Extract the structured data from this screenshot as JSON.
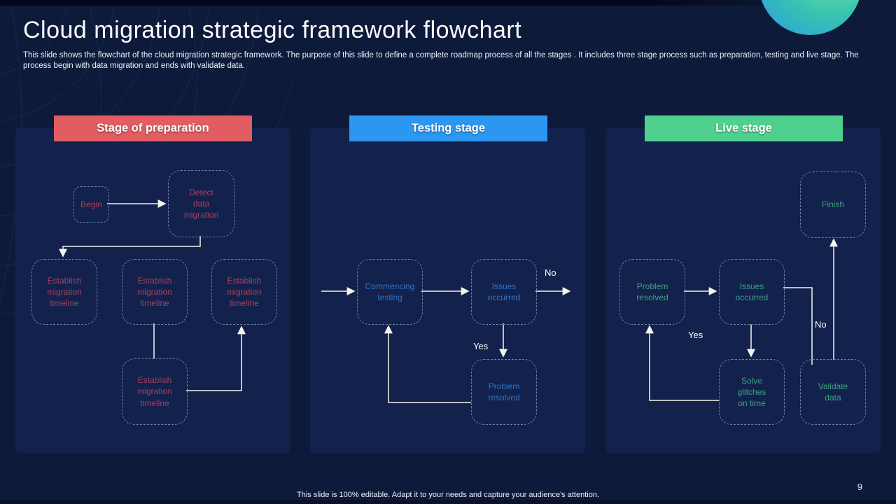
{
  "slide": {
    "title": "Cloud migration strategic framework flowchart",
    "description": "This slide shows the flowchart of the cloud migration strategic framework. The purpose of this slide to define a complete roadmap process of all the stages . It includes three stage process such as preparation, testing and live stage. The process begin with data migration and ends with validate data.",
    "footer_note": "This slide is 100% editable. Adapt it to your needs and capture your audience's attention.",
    "page_number": "9"
  },
  "colors": {
    "background": "#0e1a3a",
    "panel": "#13224c",
    "preparation_header": "#e25d62",
    "testing_header": "#2b97f1",
    "live_header": "#4fd08e",
    "preparation_text": "#a73f5d",
    "testing_text": "#2e74c8",
    "live_text": "#3ca283",
    "connector": "#f5f5ec",
    "sphere_green": "#5fd9a7",
    "sphere_blue": "#2fa6d8"
  },
  "stages": [
    {
      "label": "Stage of preparation",
      "nodes": {
        "begin": "Begin",
        "detect": "Detect\ndata\nmigration",
        "timeline_left": "Establish\nmigration\ntimeline",
        "timeline_mid": "Establish\nmigration\ntimeline",
        "timeline_right": "Establish\nmigration\ntimeline",
        "timeline_bottom": "Establish\nmigration\ntimeline"
      }
    },
    {
      "label": "Testing stage",
      "nodes": {
        "commencing": "Commencing\ntesting",
        "issues": "Issues\noccurred",
        "problem": "Problem\nresolved"
      },
      "branch_labels": {
        "no": "No",
        "yes": "Yes"
      }
    },
    {
      "label": "Live stage",
      "nodes": {
        "problem": "Problem\nresolved",
        "issues": "Issues\noccurred",
        "solve": "Solve\nglitches\non time",
        "validate": "Validate\ndata",
        "finish": "Finish"
      },
      "branch_labels": {
        "no": "No",
        "yes": "Yes"
      }
    }
  ]
}
